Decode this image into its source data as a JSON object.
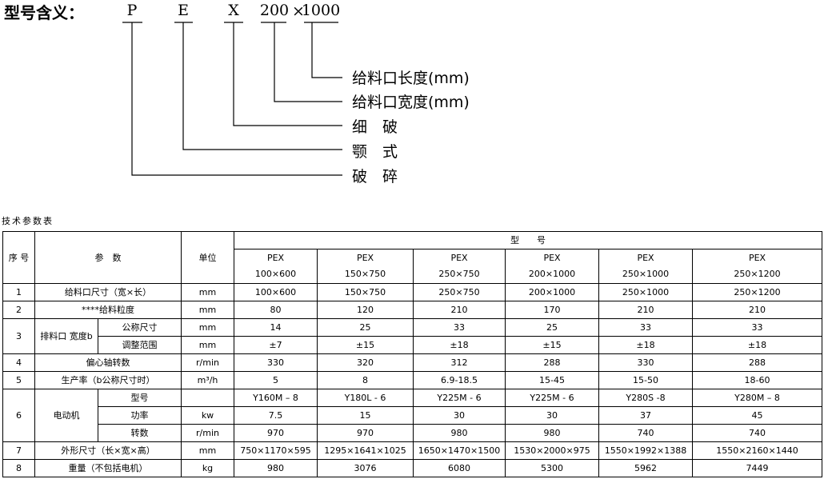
{
  "meaning": {
    "title": "型号含义：",
    "letters": [
      "P",
      "E",
      "X"
    ],
    "size_a": "200",
    "times": "×",
    "size_b": "1000",
    "descriptions": [
      "给料口长度(mm)",
      "给料口宽度(mm)",
      "细　破",
      "颚　式",
      "破　碎"
    ]
  },
  "table": {
    "caption": "技术参数表",
    "headers": {
      "index": "序 号",
      "param": "参　数",
      "unit": "单位",
      "model": "型　　号"
    },
    "models": [
      {
        "name": "PEX",
        "size": "100×600"
      },
      {
        "name": "PEX",
        "size": "150×750"
      },
      {
        "name": "PEX",
        "size": "250×750"
      },
      {
        "name": "PEX",
        "size": "200×1000"
      },
      {
        "name": "PEX",
        "size": "250×1000"
      },
      {
        "name": "PEX",
        "size": "250×1200"
      }
    ],
    "rows": {
      "feed": {
        "no": "1",
        "label": "给料口尺寸（宽×长）",
        "unit": "mm",
        "values": [
          "100×600",
          "150×750",
          "250×750",
          "200×1000",
          "250×1000",
          "250×1200"
        ]
      },
      "grain": {
        "no": "2",
        "label": "****给料粒度",
        "unit": "mm",
        "values": [
          "80",
          "120",
          "210",
          "170",
          "210",
          "210"
        ]
      },
      "discharge": {
        "no": "3",
        "label": "排料口 宽度b",
        "nominal": {
          "label": "公称尺寸",
          "unit": "mm",
          "values": [
            "14",
            "25",
            "33",
            "25",
            "33",
            "33"
          ]
        },
        "adjust": {
          "label": "调整范围",
          "unit": "mm",
          "values": [
            "±7",
            "±15",
            "±18",
            "±15",
            "±18",
            "±18"
          ]
        }
      },
      "speed": {
        "no": "4",
        "label": "偏心轴转数",
        "unit": "r/min",
        "values": [
          "330",
          "320",
          "312",
          "288",
          "330",
          "288"
        ]
      },
      "capacity": {
        "no": "5",
        "label": "生产率（b公称尺寸时）",
        "unit": "m³/h",
        "values": [
          "5",
          "8",
          "6.9-18.5",
          "15-45",
          "15-50",
          "18-60"
        ]
      },
      "motor": {
        "no": "6",
        "label": "电动机",
        "model": {
          "label": "型号",
          "unit": "",
          "values": [
            "Y160M – 8",
            "Y180L - 6",
            "Y225M - 6",
            "Y225M - 6",
            "Y280S -8",
            "Y280M – 8"
          ]
        },
        "power": {
          "label": "功率",
          "unit": "kw",
          "values": [
            "7.5",
            "15",
            "30",
            "30",
            "37",
            "45"
          ]
        },
        "rpm": {
          "label": "转数",
          "unit": "r/min",
          "values": [
            "970",
            "970",
            "980",
            "980",
            "740",
            "740"
          ]
        }
      },
      "dims": {
        "no": "7",
        "label": "外形尺寸（长×宽×高）",
        "unit": "mm",
        "values": [
          "750×1170×595",
          "1295×1641×1025",
          "1650×1470×1500",
          "1530×2000×975",
          "1550×1992×1388",
          "1550×2160×1440"
        ]
      },
      "weight": {
        "no": "8",
        "label": "重量（不包括电机）",
        "unit": "kg",
        "values": [
          "980",
          "3076",
          "6080",
          "5300",
          "5962",
          "7449"
        ]
      }
    }
  }
}
